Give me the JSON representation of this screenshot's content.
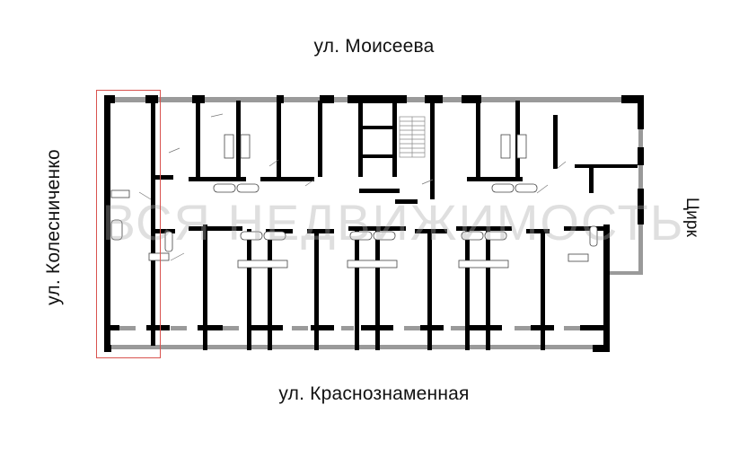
{
  "streets": {
    "top": "ул. Моисеева",
    "bottom": "ул. Краснознаменная",
    "left": "ул. Колесниченко",
    "right": "Цирк"
  },
  "watermark": "ВСЯ НЕДВИЖИМОСТЬ",
  "plan": {
    "type": "floor-plan",
    "selected_unit": "leftmost apartment (highlighted)",
    "colors": {
      "wall": "#000000",
      "window": "#9a9a9a",
      "highlight": "#d9534f",
      "background": "#ffffff"
    }
  }
}
